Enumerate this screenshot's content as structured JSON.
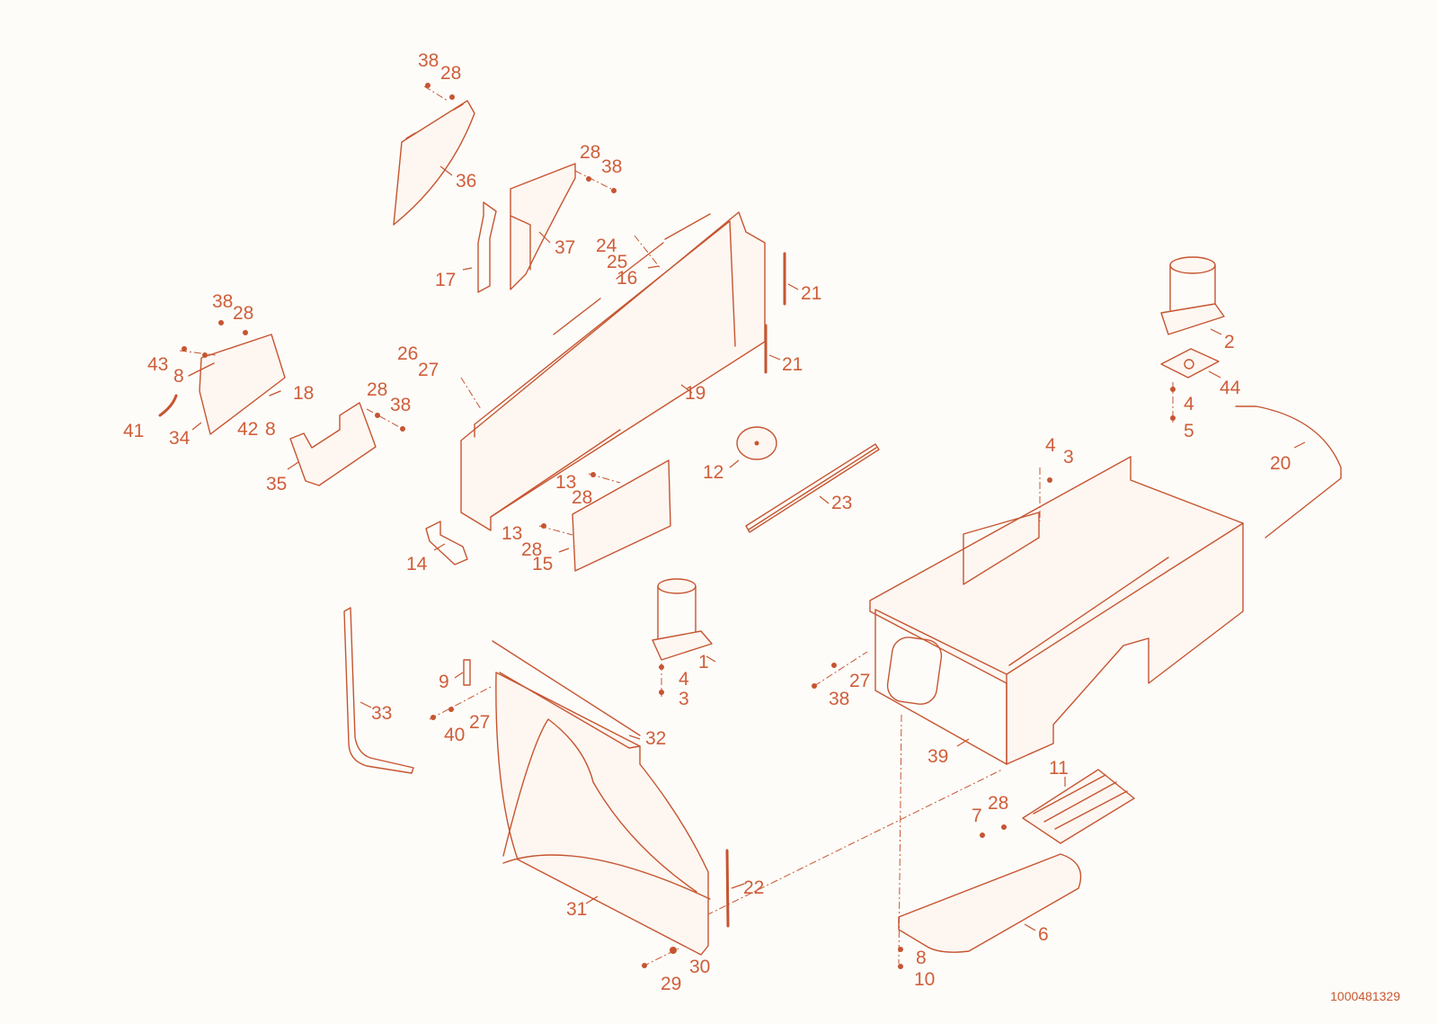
{
  "drawing_number": "1000481329",
  "callouts": {
    "c1": "1",
    "c2": "2",
    "c3a": "3",
    "c3b": "3",
    "c4a": "4",
    "c4b": "4",
    "c4c": "4",
    "c5": "5",
    "c6": "6",
    "c7": "7",
    "c8a": "8",
    "c8b": "8",
    "c8c": "8",
    "c9": "9",
    "c10": "10",
    "c11": "11",
    "c12": "12",
    "c13a": "13",
    "c13b": "13",
    "c14": "14",
    "c15": "15",
    "c16": "16",
    "c17": "17",
    "c18": "18",
    "c19": "19",
    "c20": "20",
    "c21a": "21",
    "c21b": "21",
    "c22": "22",
    "c23": "23",
    "c24": "24",
    "c25": "25",
    "c26": "26",
    "c27a": "27",
    "c27b": "27",
    "c27c": "27",
    "c28a": "28",
    "c28b": "28",
    "c28c": "28",
    "c28d": "28",
    "c28e": "28",
    "c28f": "28",
    "c28g": "28",
    "c29": "29",
    "c30": "30",
    "c31": "31",
    "c32": "32",
    "c33": "33",
    "c34": "34",
    "c35": "35",
    "c36": "36",
    "c37": "37",
    "c38a": "38",
    "c38b": "38",
    "c38c": "38",
    "c38d": "38",
    "c38e": "38",
    "c39": "39",
    "c40": "40",
    "c41": "41",
    "c42": "42",
    "c43": "43",
    "c44": "44"
  },
  "colors": {
    "line": "#c65530",
    "label": "#cf5e3a",
    "background": "#fdfcf9"
  }
}
